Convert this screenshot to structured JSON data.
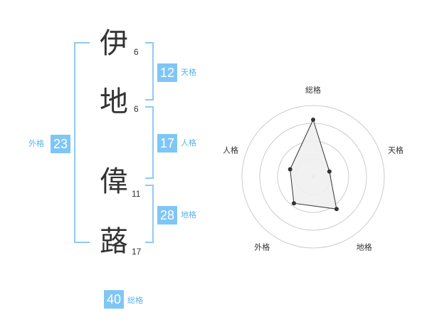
{
  "name_chars": [
    {
      "char": "伊",
      "strokes": "6"
    },
    {
      "char": "地",
      "strokes": "6"
    },
    {
      "char": "偉",
      "strokes": "11"
    },
    {
      "char": "蕗",
      "strokes": "17"
    }
  ],
  "fortunes": {
    "tenkaku": {
      "value": "12",
      "label": "天格"
    },
    "jinkaku": {
      "value": "17",
      "label": "人格"
    },
    "chikaku": {
      "value": "28",
      "label": "地格"
    },
    "gaikaku": {
      "value": "23",
      "label": "外格"
    },
    "soukaku": {
      "value": "40",
      "label": "総格"
    }
  },
  "chart_data": {
    "type": "radar",
    "axes": [
      "総格",
      "天格",
      "地格",
      "外格",
      "人格"
    ],
    "values": [
      40,
      12,
      28,
      23,
      17
    ],
    "note_levels": 4
  },
  "colors": {
    "accent": "#7fc6f5",
    "bracket": "#8ecbf0",
    "label_text": "#5cb3ea",
    "radar_fill": "#efefef",
    "radar_ring": "#cccccc"
  }
}
